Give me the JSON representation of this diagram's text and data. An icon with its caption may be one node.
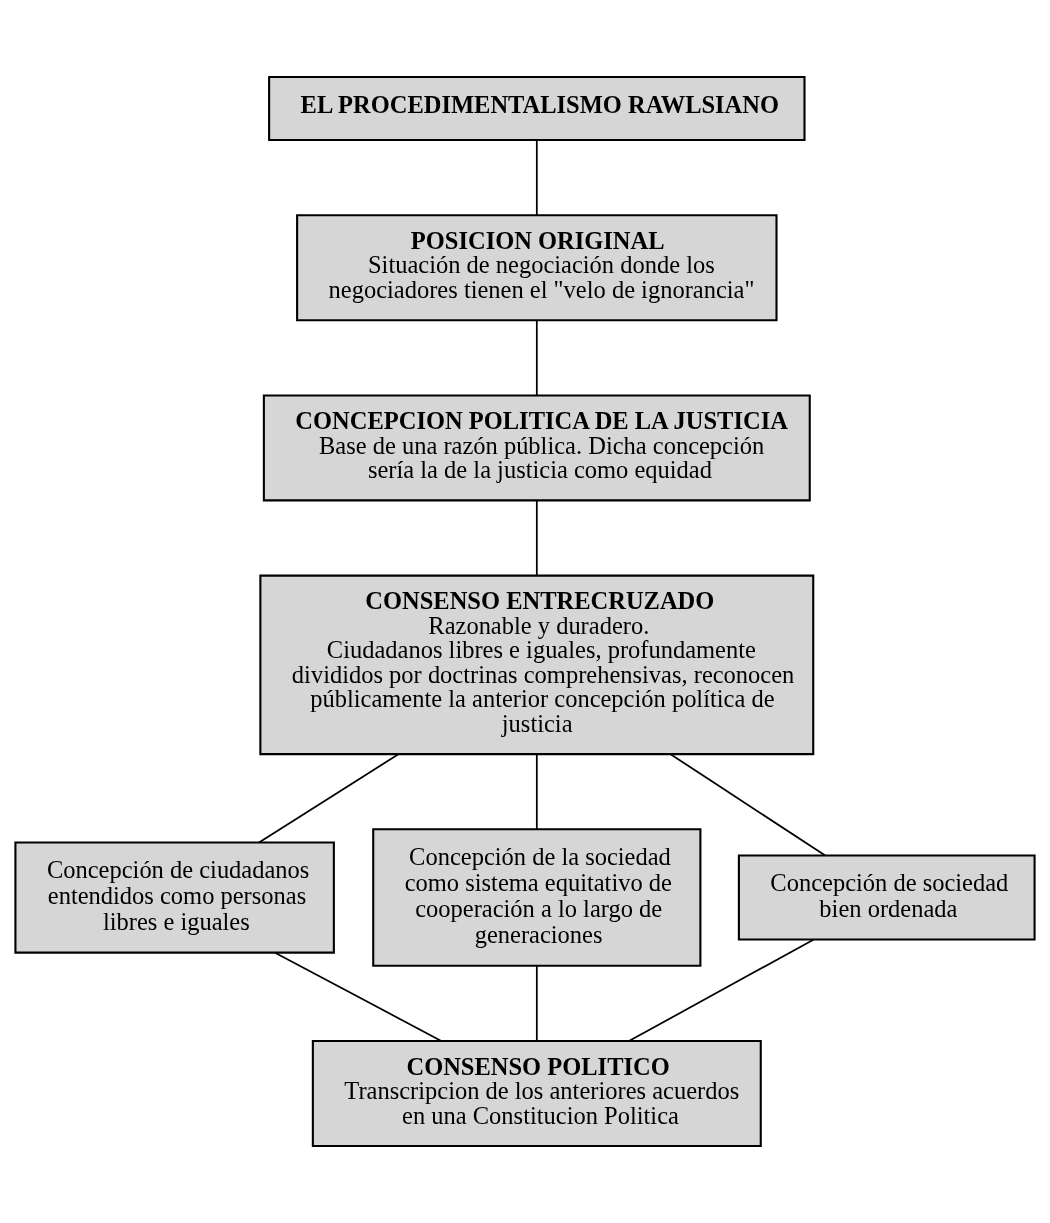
{
  "diagram": {
    "nodes": [
      {
        "text": [
          "EL PROCEDIMENTALISMO RAWLSIANO"
        ]
      },
      {
        "text": [
          "POSICION ORIGINAL",
          "Situación de negociación donde los negociadores tienen el \"velo de ignorancia\""
        ]
      },
      {
        "text": [
          "CONCEPCION POLITICA DE LA JUSTICIA",
          "Base de una razón pública. Dicha concepción sería la de la justicia como equidad"
        ]
      },
      {
        "text": [
          "CONSENSO ENTRECRUZADO",
          "Razonable y duradero.",
          "Ciudadanos libres e iguales, profundamente divididos por doctrinas comprehensivas, reconocen públicamente la anterior concepción política de justicia"
        ]
      },
      {
        "text": [
          "Concepción de ciudadanos entendidos como personas libres e iguales"
        ]
      },
      {
        "text": [
          "Concepción de la sociedad como sistema equitativo de cooperación a lo largo de generaciones"
        ]
      },
      {
        "text": [
          "Concepción de sociedad bien ordenada"
        ]
      },
      {
        "text": [
          "CONSENSO POLITICO",
          "Transcripcion de los anteriores acuerdos en una Constitucion Politica"
        ]
      }
    ],
    "edges": [
      {
        "from": 0,
        "to": 1,
        "arrow": "none"
      },
      {
        "from": 1,
        "to": 2,
        "arrow": "none"
      },
      {
        "from": 2,
        "to": 3,
        "arrow": "none"
      },
      {
        "from": 3,
        "to": 4,
        "arrow": "none"
      },
      {
        "from": 3,
        "to": 5,
        "arrow": "none"
      },
      {
        "from": 3,
        "to": 6,
        "arrow": "none"
      },
      {
        "from": 4,
        "to": 7,
        "arrow": "none"
      },
      {
        "from": 5,
        "to": 7,
        "arrow": "none"
      },
      {
        "from": 6,
        "to": 7,
        "arrow": "none"
      }
    ]
  }
}
